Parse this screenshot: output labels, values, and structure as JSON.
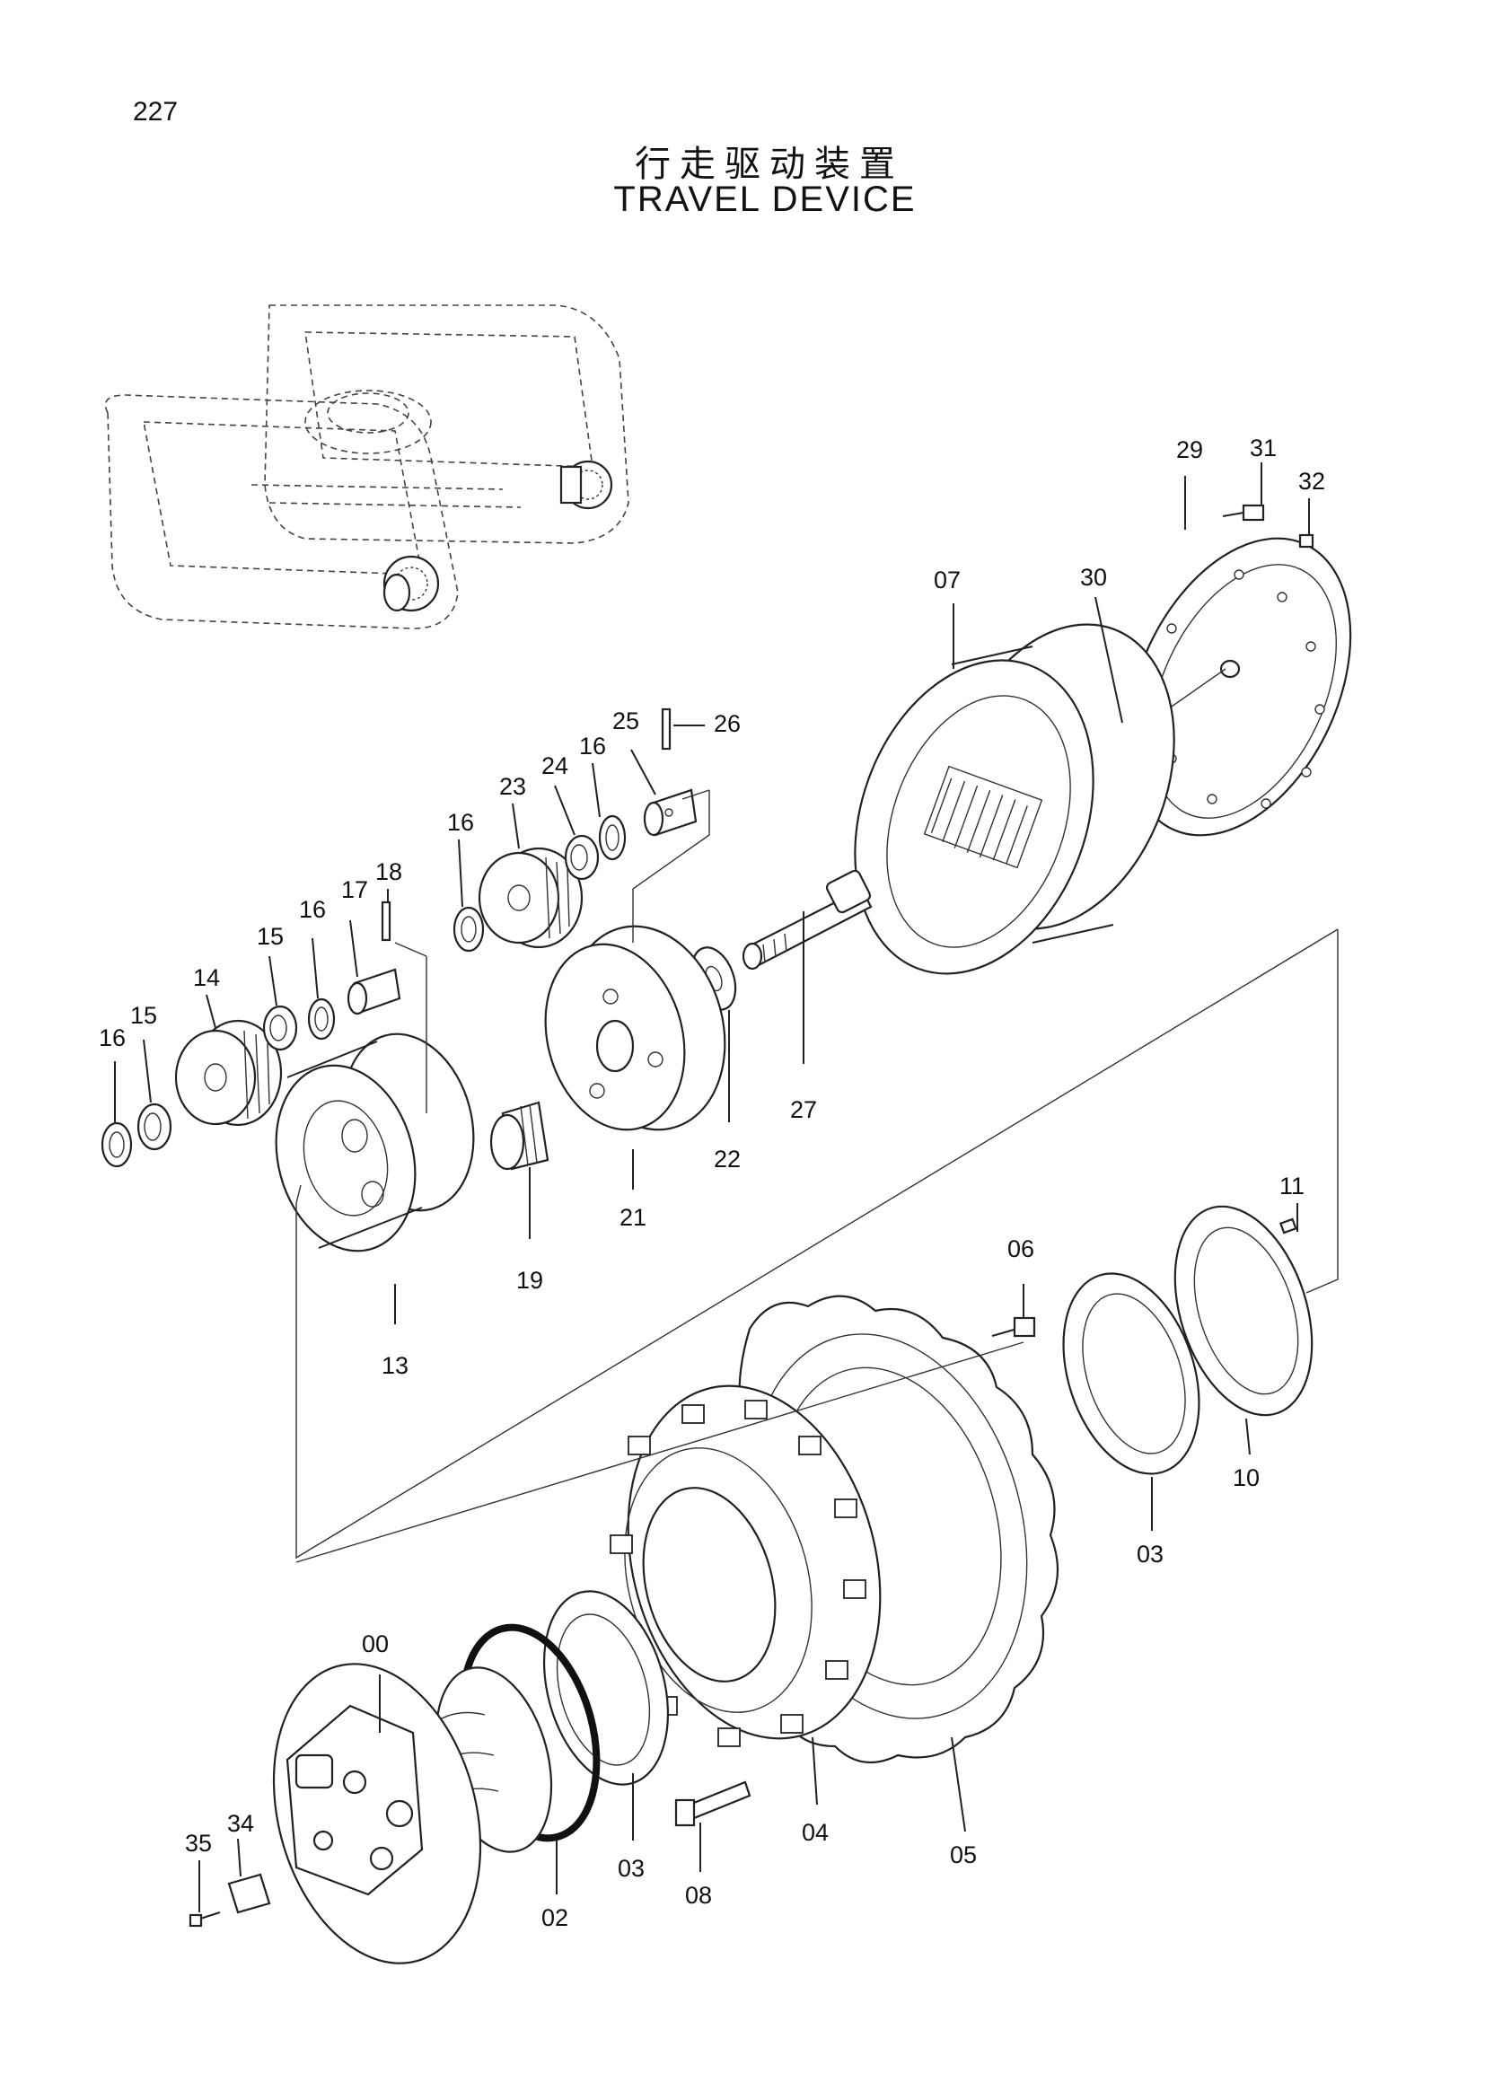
{
  "page_number": "227",
  "title_cn": "行走驱动装置",
  "title_en": "TRAVEL DEVICE",
  "labels": [
    {
      "id": "00",
      "text": "00"
    },
    {
      "id": "02",
      "text": "02"
    },
    {
      "id": "03a",
      "text": "03"
    },
    {
      "id": "03b",
      "text": "03"
    },
    {
      "id": "04",
      "text": "04"
    },
    {
      "id": "05",
      "text": "05"
    },
    {
      "id": "06",
      "text": "06"
    },
    {
      "id": "07",
      "text": "07"
    },
    {
      "id": "08",
      "text": "08"
    },
    {
      "id": "10",
      "text": "10"
    },
    {
      "id": "11",
      "text": "11"
    },
    {
      "id": "13",
      "text": "13"
    },
    {
      "id": "14",
      "text": "14"
    },
    {
      "id": "15a",
      "text": "15"
    },
    {
      "id": "15b",
      "text": "15"
    },
    {
      "id": "16a",
      "text": "16"
    },
    {
      "id": "16b",
      "text": "16"
    },
    {
      "id": "16c",
      "text": "16"
    },
    {
      "id": "16d",
      "text": "16"
    },
    {
      "id": "17",
      "text": "17"
    },
    {
      "id": "18",
      "text": "18"
    },
    {
      "id": "19",
      "text": "19"
    },
    {
      "id": "21",
      "text": "21"
    },
    {
      "id": "22",
      "text": "22"
    },
    {
      "id": "23",
      "text": "23"
    },
    {
      "id": "24",
      "text": "24"
    },
    {
      "id": "25",
      "text": "25"
    },
    {
      "id": "26",
      "text": "26"
    },
    {
      "id": "27",
      "text": "27"
    },
    {
      "id": "29",
      "text": "29"
    },
    {
      "id": "30",
      "text": "30"
    },
    {
      "id": "31",
      "text": "31"
    },
    {
      "id": "32",
      "text": "32"
    },
    {
      "id": "34",
      "text": "34"
    },
    {
      "id": "35",
      "text": "35"
    }
  ]
}
